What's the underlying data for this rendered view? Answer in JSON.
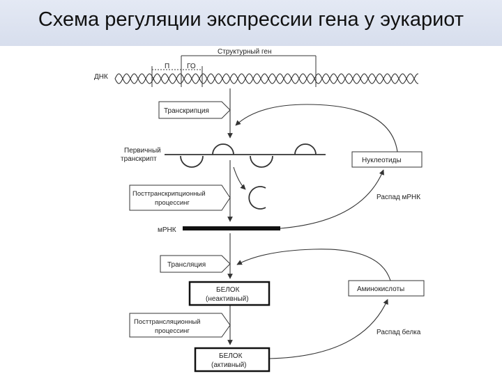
{
  "slide": {
    "title": "Схема регуляции экспрессии гена у эукариот"
  },
  "diagram": {
    "gene_label": "Структурный ген",
    "promoter_label": "П",
    "operator_label": "ГО",
    "dna_label": "ДНК",
    "transcription": "Транскрипция",
    "primary_transcript_line1": "Первичный",
    "primary_transcript_line2": "транскрипт",
    "posttranscription_line1": "Посттранскрипционный",
    "posttranscription_line2": "процессинг",
    "mrna_label": "мРНК",
    "nucleotides": "Нуклеотиды",
    "mrna_decay": "Распад мРНК",
    "translation": "Трансляция",
    "protein_inactive_line1": "БЕЛОК",
    "protein_inactive_line2": "(неактивный)",
    "amino_acids": "Аминокислоты",
    "posttranslation_line1": "Посттрансляционный",
    "posttranslation_line2": "процессинг",
    "protein_decay": "Распад белка",
    "protein_active_line1": "БЕЛОК",
    "protein_active_line2": "(активный)"
  }
}
